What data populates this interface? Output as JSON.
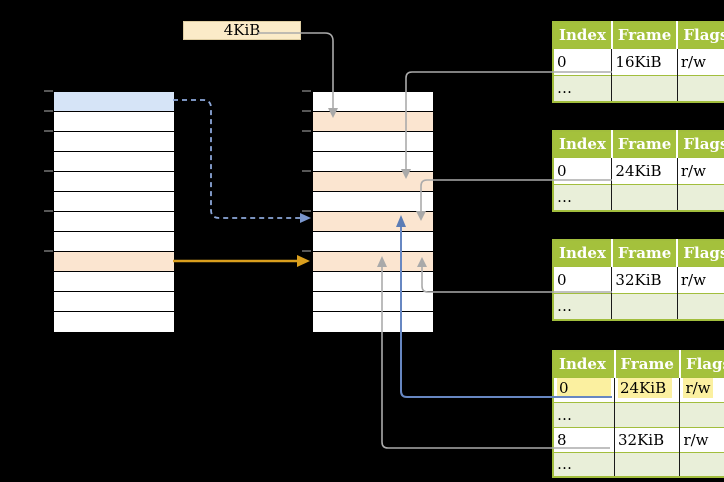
{
  "callout": {
    "label": "4KiB"
  },
  "memory_columns": {
    "virtual": {
      "count": 12,
      "highlights": {
        "0": "blue",
        "8": "orange"
      }
    },
    "physical": {
      "count": 12,
      "highlights": {
        "1": "orange",
        "4": "orange",
        "6": "orange",
        "8": "orange"
      }
    }
  },
  "tables": [
    {
      "headers": [
        "Index",
        "Frame",
        "Flags"
      ],
      "rows": [
        [
          "0",
          "16KiB",
          "r/w"
        ],
        [
          "…",
          "",
          ""
        ]
      ]
    },
    {
      "headers": [
        "Index",
        "Frame",
        "Flags"
      ],
      "rows": [
        [
          "0",
          "24KiB",
          "r/w"
        ],
        [
          "…",
          "",
          ""
        ]
      ]
    },
    {
      "headers": [
        "Index",
        "Frame",
        "Flags"
      ],
      "rows": [
        [
          "0",
          "32KiB",
          "r/w"
        ],
        [
          "…",
          "",
          ""
        ]
      ]
    },
    {
      "headers": [
        "Index",
        "Frame",
        "Flags"
      ],
      "rows": [
        [
          "0",
          "24KiB",
          "r/w"
        ],
        [
          "…",
          "",
          ""
        ],
        [
          "8",
          "32KiB",
          "r/w"
        ],
        [
          "…",
          "",
          ""
        ]
      ],
      "highlighted_row": 0
    }
  ],
  "colors": {
    "table_header_green": "#A4C13C",
    "table_alt_row_green": "#E9EFD9",
    "highlight_yellow": "#FBF0A0",
    "row_blue": "#D6E4F7",
    "row_orange": "#FBE5D0",
    "callout_tan": "#FBEBC8",
    "arrow_gray": "#ABABAB",
    "arrow_blue_solid": "#6787C2",
    "arrow_blue_dashed": "#8CA7D9",
    "arrow_orange": "#DA9F1E"
  }
}
